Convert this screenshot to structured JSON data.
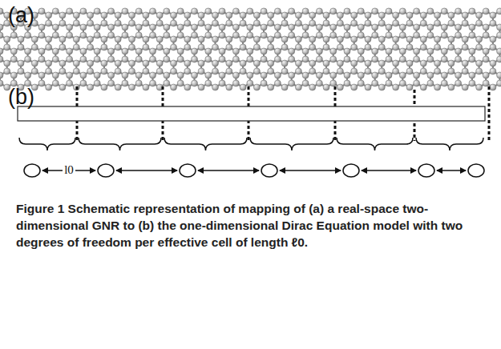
{
  "diagram": {
    "caption": "Figure 1 Schematic representation of mapping of (a) a real-space two-dimensional GNR to (b) the one-dimensional Dirac Equation model with two degrees of freedom per effective cell of length ℓ0.",
    "labels": [
      "(a)",
      "(b)",
      "l0"
    ]
  }
}
